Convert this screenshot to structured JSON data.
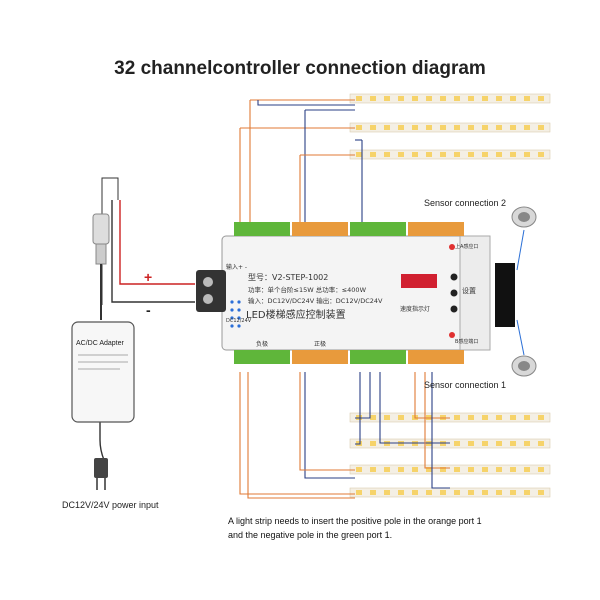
{
  "title": "32 channelcontroller connection diagram",
  "adapter_label": "AC/DC Adapter",
  "power_input_label": "DC12V/24V power input",
  "polarity": {
    "plus": "+",
    "minus": "-"
  },
  "sensor_labels": {
    "top": "Sensor connection 2",
    "bottom": "Sensor connection 1"
  },
  "note_lines": [
    "A light strip needs to insert the positive pole in the orange port 1",
    "and the negative pole in the green port 1."
  ],
  "device": {
    "model": "型号：V2-STEP-1002",
    "power": "功率：单个台阶≤15W 总功率：≤400W",
    "io": "输入：DC12V/DC24V 输出：DC12V/DC24V",
    "name": "LED楼梯感应控制装置",
    "speed_label": "速度指示灯",
    "set_label": "设置",
    "top_sensor_port": "上A感应口",
    "bottom_sensor_port": "B感应端口",
    "input_label": "输入+ -",
    "input_voltage": "DC12/24V",
    "terminal_labels": {
      "neg": "负极",
      "pos": "正极"
    }
  },
  "colors": {
    "orange_wire": "#e07a35",
    "navy_wire": "#2a3f86",
    "red_wire": "#cc2222",
    "green_terminal": "#5fb63a",
    "orange_terminal": "#e89a3c",
    "display_red": "#d12030"
  }
}
